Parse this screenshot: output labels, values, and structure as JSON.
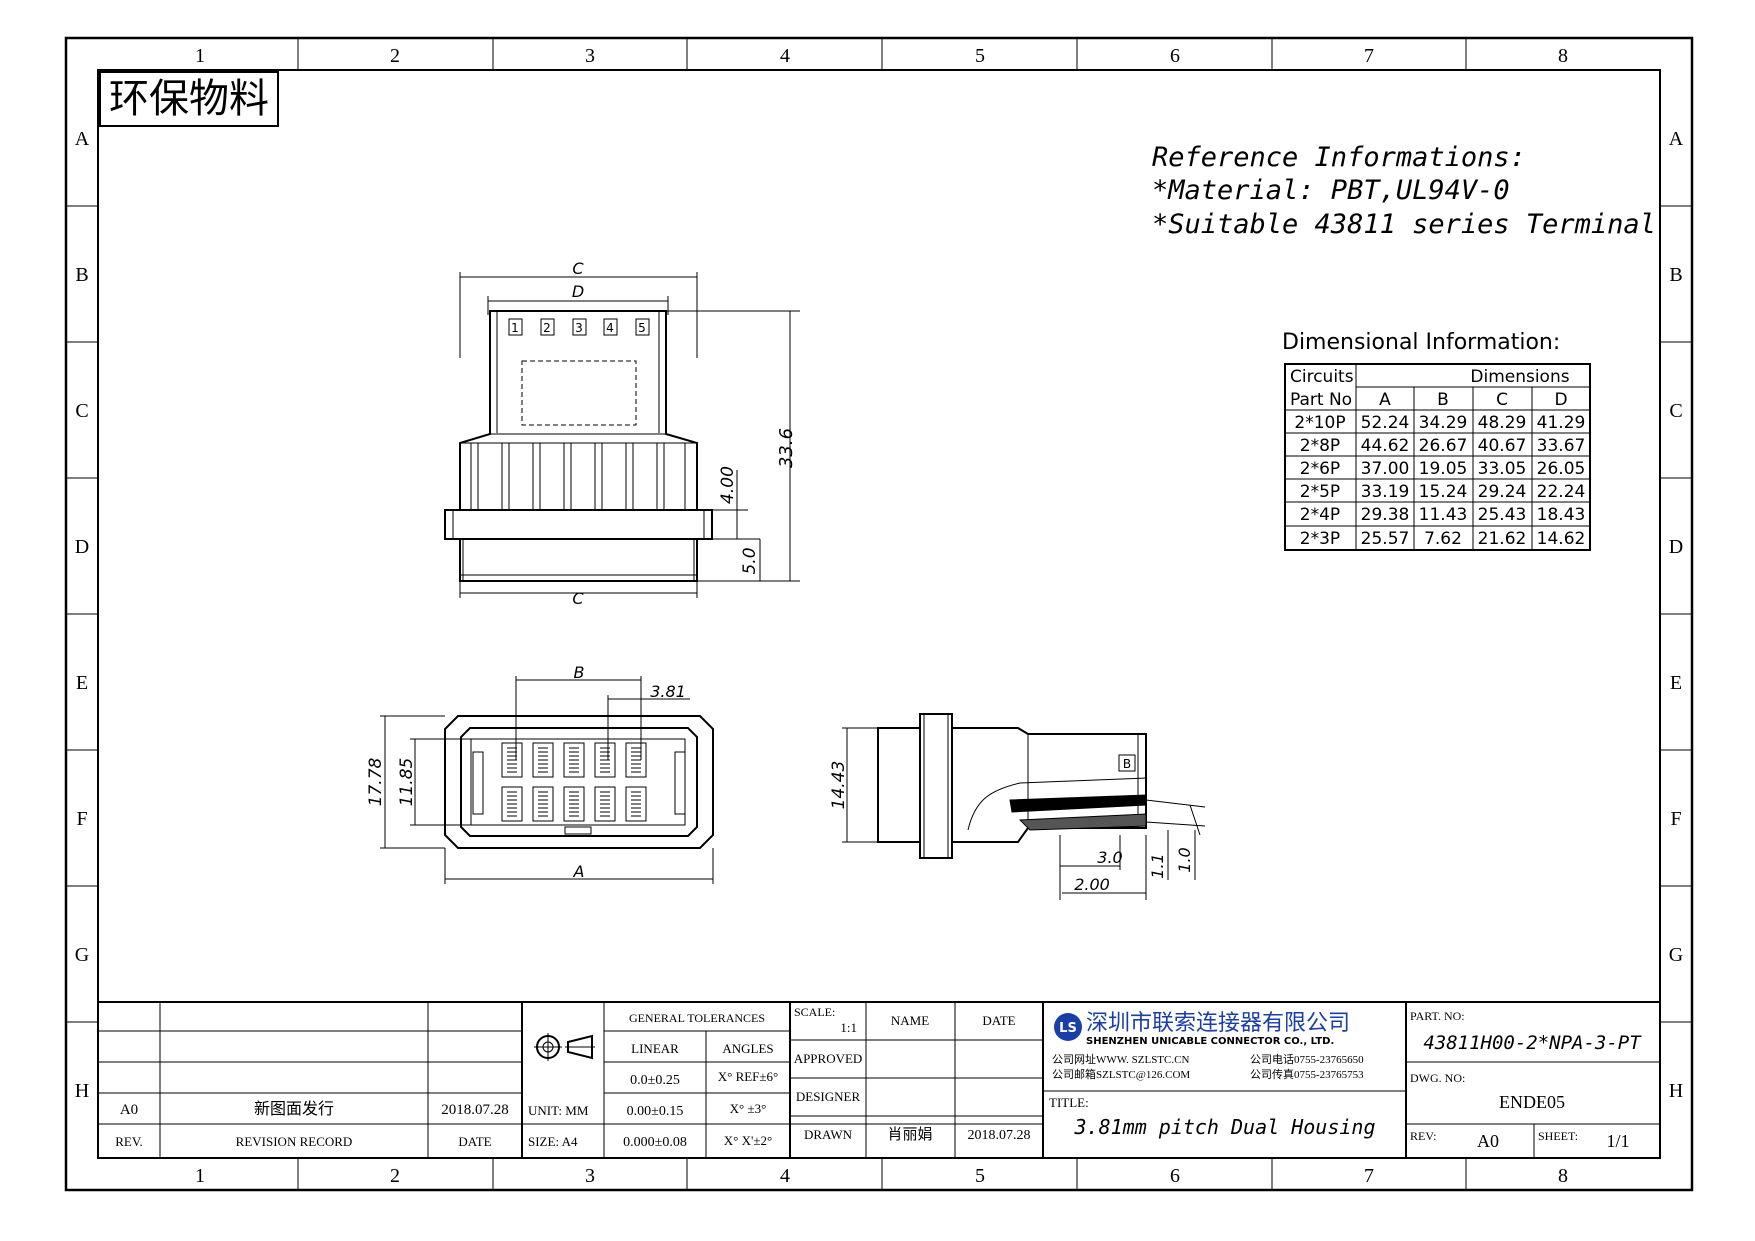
{
  "frame": {
    "columns": [
      "1",
      "2",
      "3",
      "4",
      "5",
      "6",
      "7",
      "8"
    ],
    "rows": [
      "A",
      "B",
      "C",
      "D",
      "E",
      "F",
      "G",
      "H"
    ]
  },
  "stamp": "环保物料",
  "reference": {
    "line1": "Reference Informations:",
    "line2": "*Material: PBT,UL94V-0",
    "line3": "*Suitable 43811 series Terminal"
  },
  "dim_info": {
    "title": "Dimensional  Information:",
    "header_circuits": "Circuits",
    "header_partno": "Part  No",
    "header_dimensions": "Dimensions",
    "columns": [
      "A",
      "B",
      "C",
      "D"
    ],
    "rows": [
      {
        "part": "2*10P",
        "values": [
          "52.24",
          "34.29",
          "48.29",
          "41.29"
        ]
      },
      {
        "part": "2*8P",
        "values": [
          "44.62",
          "26.67",
          "40.67",
          "33.67"
        ]
      },
      {
        "part": "2*6P",
        "values": [
          "37.00",
          "19.05",
          "33.05",
          "26.05"
        ]
      },
      {
        "part": "2*5P",
        "values": [
          "33.19",
          "15.24",
          "29.24",
          "22.24"
        ]
      },
      {
        "part": "2*4P",
        "values": [
          "29.38",
          "11.43",
          "25.43",
          "18.43"
        ]
      },
      {
        "part": "2*3P",
        "values": [
          "25.57",
          "7.62",
          "21.62",
          "14.62"
        ]
      }
    ]
  },
  "drawing_labels": {
    "c_top": "C",
    "d_top": "D",
    "c_bottom": "C",
    "height_total": "33.6",
    "height_flange": "4.00",
    "height_bottom": "5.0",
    "pin_numbers": [
      "1",
      "2",
      "3",
      "4",
      "5"
    ],
    "b_label": "B",
    "pitch": "3.81",
    "outer_height": "17.78",
    "inner_height": "11.85",
    "a_label": "A",
    "side_height": "14.43",
    "dim_3_0": "3.0",
    "dim_2_00": "2.00",
    "dim_1_1": "1.1",
    "dim_1_0": "1.0",
    "side_mark": "B"
  },
  "title_block": {
    "general_tolerances": "GENERAL TOLERANCES",
    "linear": "LINEAR",
    "angles": "ANGLES",
    "lin1": "0.0±0.25",
    "lin2": "0.00±0.15",
    "lin3": "0.000±0.08",
    "ang1": "X°  REF±6°",
    "ang2": "X°  ±3°",
    "ang3": "X°  X'±2°",
    "unit": "UNIT:  MM",
    "size": "SIZE:  A4",
    "scale_label": "SCALE:",
    "scale_value": "1:1",
    "name_header": "NAME",
    "date_header": "DATE",
    "approved": "APPROVED",
    "designer": "DESIGNER",
    "drawn": "DRAWN",
    "drawn_name": "肖丽娟",
    "drawn_date": "2018.07.28",
    "rev_code": "A0",
    "rev_record": "新图面发行",
    "rev_date": "2018.07.28",
    "rev_header": "REV.",
    "revision_record_header": "REVISION RECORD",
    "date_col_header": "DATE",
    "company_cn": "深圳市联索连接器有限公司",
    "company_en": "SHENZHEN UNICABLE CONNECTOR CO., LTD.",
    "company_web": "公司网址WWW. SZLSTC.CN",
    "company_mail": "公司邮箱SZLSTC@126.COM",
    "company_tel": "公司电话0755-23765650",
    "company_fax": "公司传真0755-23765753",
    "logo_letters": "LS",
    "title_label": "TITLE:",
    "title_value": "3.81mm pitch Dual Housing",
    "part_no_label": "PART. NO:",
    "part_no_value": "43811H00-2*NPA-3-PT",
    "dwg_no_label": "DWG. NO:",
    "dwg_no_value": "ENDE05",
    "rev_label": "REV:",
    "rev_value": "A0",
    "sheet_label": "SHEET:",
    "sheet_value": "1/1"
  },
  "colors": {
    "line": "#000000",
    "logo": "#1a3ea8",
    "company": "#1a3ea8"
  }
}
